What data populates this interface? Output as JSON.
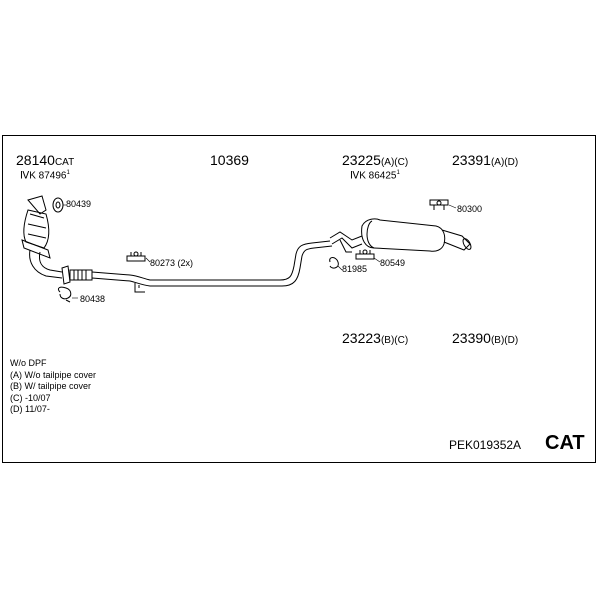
{
  "parts": {
    "p1": {
      "num": "28140",
      "suffix": "CAT"
    },
    "p1_sub": {
      "label": "ⅣK 87496",
      "mark": "1"
    },
    "p2": {
      "num": "10369",
      "suffix": ""
    },
    "p3": {
      "num": "23225",
      "suffix": "(A)(C)"
    },
    "p3_sub": {
      "label": "ⅣK 86425",
      "mark": "1"
    },
    "p4": {
      "num": "23391",
      "suffix": "(A)(D)"
    },
    "p5": {
      "num": "23223",
      "suffix": "(B)(C)"
    },
    "p6": {
      "num": "23390",
      "suffix": "(B)(D)"
    }
  },
  "small_parts": {
    "a": "80439",
    "b": "80438",
    "c": "80273 (2x)",
    "d": "81985",
    "e": "80549",
    "f": "80300"
  },
  "notes": [
    "W/o DPF",
    "(A) W/o tailpipe cover",
    "(B) W/ tailpipe cover",
    "(C) -10/07",
    "(D) 11/07-"
  ],
  "kit_code": "PEK019352A",
  "cat_label": "CAT"
}
